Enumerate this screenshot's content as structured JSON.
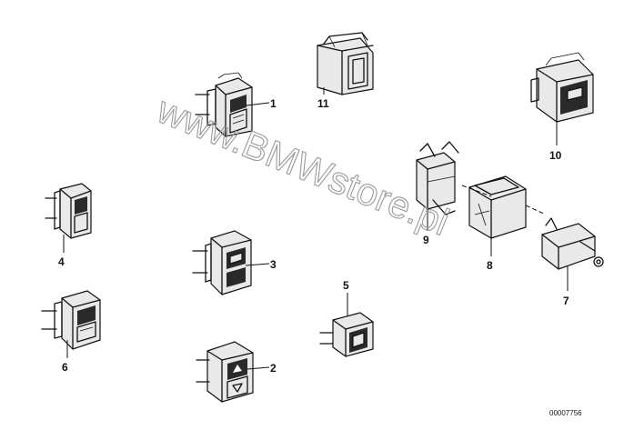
{
  "parts": [
    {
      "id": "part-1",
      "number": "1"
    },
    {
      "id": "part-2",
      "number": "2"
    },
    {
      "id": "part-3",
      "number": "3"
    },
    {
      "id": "part-4",
      "number": "4"
    },
    {
      "id": "part-5",
      "number": "5"
    },
    {
      "id": "part-6",
      "number": "6"
    },
    {
      "id": "part-7",
      "number": "7"
    },
    {
      "id": "part-8",
      "number": "8"
    },
    {
      "id": "part-9",
      "number": "9"
    },
    {
      "id": "part-10",
      "number": "10"
    },
    {
      "id": "part-11",
      "number": "11"
    }
  ],
  "watermark": "www.BMWstore.pl",
  "reference": "00007756",
  "colors": {
    "ink": "#111111",
    "watermark": "#9a9a9a",
    "background": "#ffffff"
  }
}
